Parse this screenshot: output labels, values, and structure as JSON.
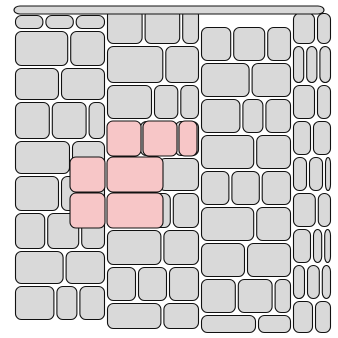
{
  "puzzle": {
    "colors": {
      "background": "#ffffff",
      "tile": "#d9d9d9",
      "highlight": "#f7c6c7",
      "stroke": "#111111"
    },
    "highlighted_region": {
      "cells": [
        {
          "col": 1,
          "row": 4,
          "span_cols": 1,
          "span_rows": 1
        },
        {
          "col": 1,
          "row": 5,
          "span_cols": 1,
          "span_rows": 1
        },
        {
          "col": 2,
          "row": 3,
          "span_cols": 1,
          "span_rows": 1
        },
        {
          "col": 3,
          "row": 3,
          "span_cols": 1,
          "span_rows": 1
        },
        {
          "col": 4,
          "row": 3,
          "span_cols": 1,
          "span_rows": 1
        },
        {
          "col": 2,
          "row": 4,
          "span_cols": 2,
          "span_rows": 1
        },
        {
          "col": 2,
          "row": 5,
          "span_cols": 2,
          "span_rows": 1
        }
      ]
    }
  }
}
